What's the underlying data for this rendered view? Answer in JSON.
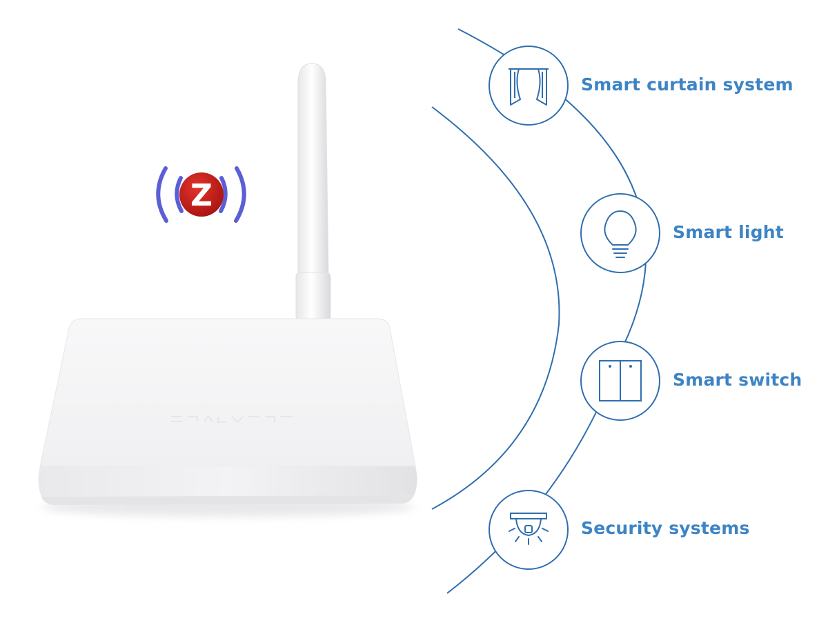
{
  "colors": {
    "accent": "#3d84c4",
    "arc": "#2f6eae",
    "zwave_red": "#c0201c",
    "zwave_signal": "#5b5fd6",
    "device_body": "#f5f5f6"
  },
  "hub": {
    "badge_icon": "zwave-logo-icon",
    "badge_letter": "Z",
    "device_icon": "hub-router-icon",
    "antenna_icon": "antenna-icon"
  },
  "features": [
    {
      "label": "Smart curtain system",
      "icon": "curtain-icon"
    },
    {
      "label": "Smart light",
      "icon": "light-bulb-icon"
    },
    {
      "label": "Smart switch",
      "icon": "wall-switch-icon"
    },
    {
      "label": "Security systems",
      "icon": "security-camera-icon"
    }
  ]
}
